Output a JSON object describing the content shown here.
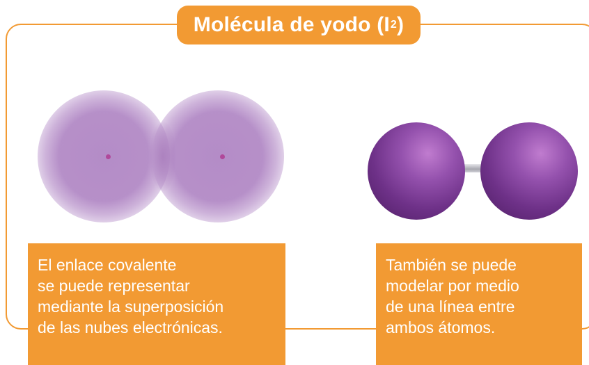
{
  "colors": {
    "accent": "#f29a33"
  },
  "title": {
    "main": "Molécula de yodo (I",
    "subscript": "2",
    "close": ")"
  },
  "captions": {
    "left": [
      "El enlace covalente",
      "se puede representar",
      "mediante la superposición",
      "de las nubes electrónicas."
    ],
    "right": [
      "También se puede",
      "modelar por medio",
      "de una línea entre",
      "ambos átomos."
    ]
  }
}
